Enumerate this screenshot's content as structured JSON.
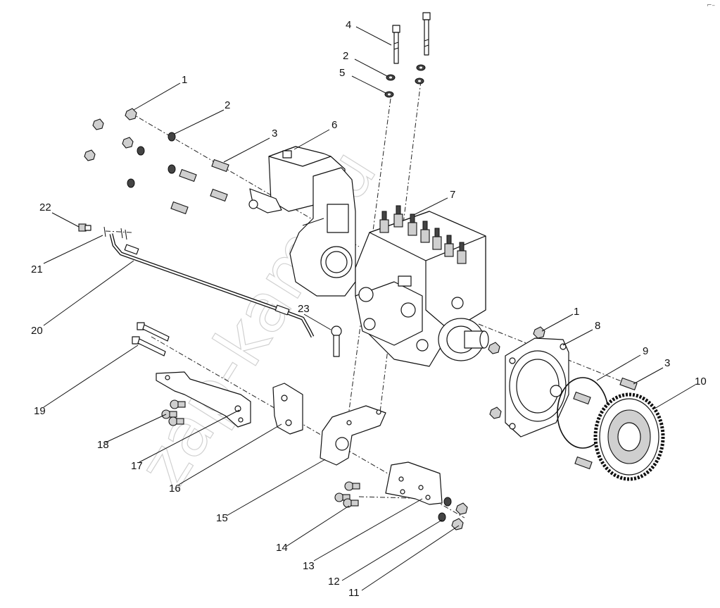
{
  "watermark": "zap-kam.ru",
  "corner_mark": "⌐–",
  "callouts": {
    "c1a": "1",
    "c2a": "2",
    "c3a": "3",
    "c4": "4",
    "c2b": "2",
    "c5": "5",
    "c6": "6",
    "c7": "7",
    "c22": "22",
    "c21": "21",
    "c20": "20",
    "c23": "23",
    "c1b": "1",
    "c8": "8",
    "c9": "9",
    "c3b": "3",
    "c10": "10",
    "c19": "19",
    "c18": "18",
    "c17": "17",
    "c16": "16",
    "c15": "15",
    "c14": "14",
    "c13": "13",
    "c12": "12",
    "c11": "11"
  }
}
